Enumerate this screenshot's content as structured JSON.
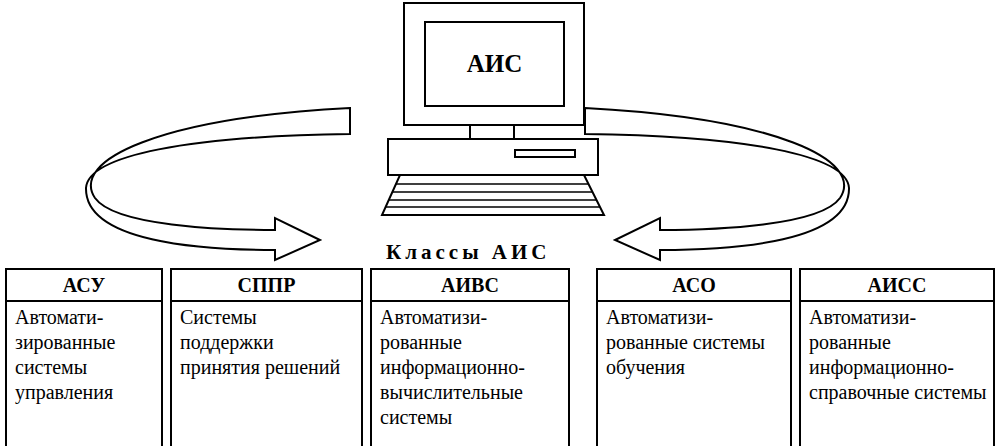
{
  "diagram": {
    "nodes": [
      {
        "text": [
          "АИС"
        ]
      },
      {
        "text": [
          "АСУ",
          "Автомати- зированные системы управления"
        ]
      },
      {
        "text": [
          "СППР",
          "Системы поддержки принятия решений"
        ]
      },
      {
        "text": [
          "АИВС",
          "Автоматизи- рованные информационно- вычислительные системы"
        ]
      },
      {
        "text": [
          "АСО",
          "Автоматизи- рованные системы обучения"
        ]
      },
      {
        "text": [
          "АИСС",
          "Автоматизи- рованные информационно- справочные системы"
        ]
      }
    ],
    "labels": [
      "Классы АИС"
    ]
  }
}
